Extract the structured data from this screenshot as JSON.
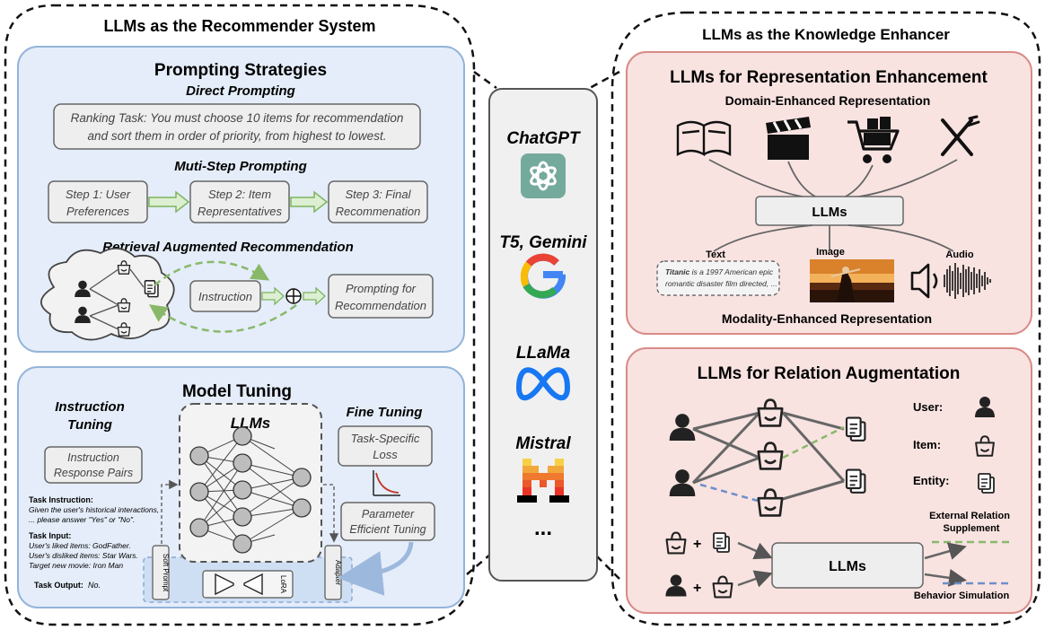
{
  "left_panel": {
    "title": "LLMs as the Recommender System",
    "prompting": {
      "title": "Prompting Strategies",
      "direct": {
        "title": "Direct Prompting",
        "text_line1": "Ranking Task: You must choose 10 items for recommendation",
        "text_line2": "and sort them in order of priority, from highest to lowest."
      },
      "multi_step": {
        "title": "Muti-Step Prompting",
        "step1_line1": "Step 1:  User",
        "step1_line2": "Preferences",
        "step2_line1": "Step 2:  Item",
        "step2_line2": "Representatives",
        "step3_line1": "Step 3:  Final",
        "step3_line2": "Recommenation"
      },
      "rar": {
        "title": "Retrieval Augmented Recommendation",
        "instruction": "Instruction",
        "output_line1": "Prompting for",
        "output_line2": "Recommendation"
      }
    },
    "tuning": {
      "title": "Model Tuning",
      "instruction_tuning_line1": "Instruction",
      "instruction_tuning_line2": "Tuning",
      "pairs_line1": "Instruction",
      "pairs_line2": "Response Pairs",
      "llms": "LLMs",
      "fine_tuning": "Fine Tuning",
      "loss_line1": "Task-Specific",
      "loss_line2": "Loss",
      "peft_line1": "Parameter",
      "peft_line2": "Efficient Tuning",
      "task_instruction_label": "Task Instruction:",
      "task_instruction_line1": "Given the user's historical interactions,",
      "task_instruction_line2": "... please answer \"Yes\" or \"No\".",
      "task_input_label": "Task Input:",
      "task_input_line1": "User's liked items: GodFather.",
      "task_input_line2": "User's disliked items: Star Wars.",
      "task_input_line3": "Target new movie: Iron Man",
      "task_output_label": "Task Output:",
      "task_output_value": "No.",
      "soft_prompt": "Soft Prompt",
      "lora": "LoRA",
      "adapter": "Adapter"
    }
  },
  "middle": {
    "models": [
      "ChatGPT",
      "T5, Gemini",
      "LLaMa",
      "Mistral"
    ],
    "ellipsis": "..."
  },
  "right_panel": {
    "title": "LLMs as the Knowledge Enhancer",
    "representation": {
      "title": "LLMs for Representation Enhancement",
      "domain": "Domain-Enhanced Representation",
      "llms": "LLMs",
      "text_label": "Text",
      "image_label": "Image",
      "audio_label": "Audio",
      "text_sample_bold": "Titanic",
      "text_sample_rest": " is a 1997 American epic",
      "text_sample_line2": "romantic disaster film directed, ...",
      "modality": "Modality-Enhanced Representation"
    },
    "relation": {
      "title": "LLMs for Relation Augmentation",
      "legend_user": "User:",
      "legend_item": "Item:",
      "legend_entity": "Entity:",
      "llms": "LLMs",
      "external": "External Relation",
      "supplement": "Supplement",
      "behavior": "Behavior Simulation"
    }
  },
  "colors": {
    "left_fill": "#E4EDF9",
    "left_stroke": "#94B3DA",
    "right_fill": "#F8E3E1",
    "right_stroke": "#D98A86",
    "arrow_green": "#7DB55E",
    "dash_green": "#8AB86A",
    "dash_blue": "#6E8FC9",
    "mid_fill": "#F0F0F0"
  }
}
